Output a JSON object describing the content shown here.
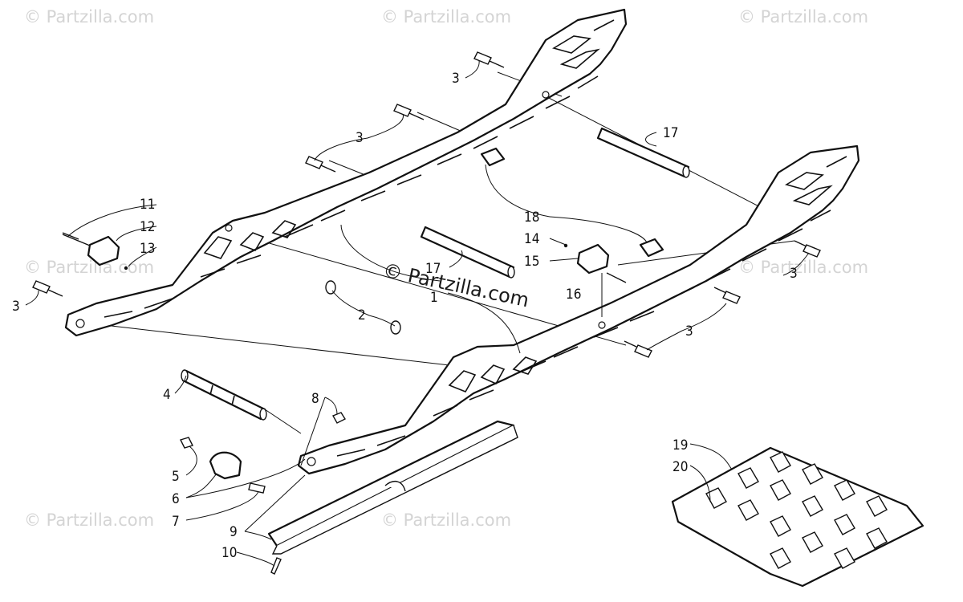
{
  "watermarks": {
    "small": "© Partzilla.com",
    "center": "© Partzilla.com"
  },
  "callouts": {
    "c1": "1",
    "c2": "2",
    "c3": "3",
    "c4": "4",
    "c5": "5",
    "c6": "6",
    "c7": "7",
    "c8": "8",
    "c9": "9",
    "c10": "10",
    "c11": "11",
    "c12": "12",
    "c13": "13",
    "c14": "14",
    "c15": "15",
    "c16": "16",
    "c17": "17",
    "c18": "18",
    "c19": "19",
    "c20": "20"
  }
}
